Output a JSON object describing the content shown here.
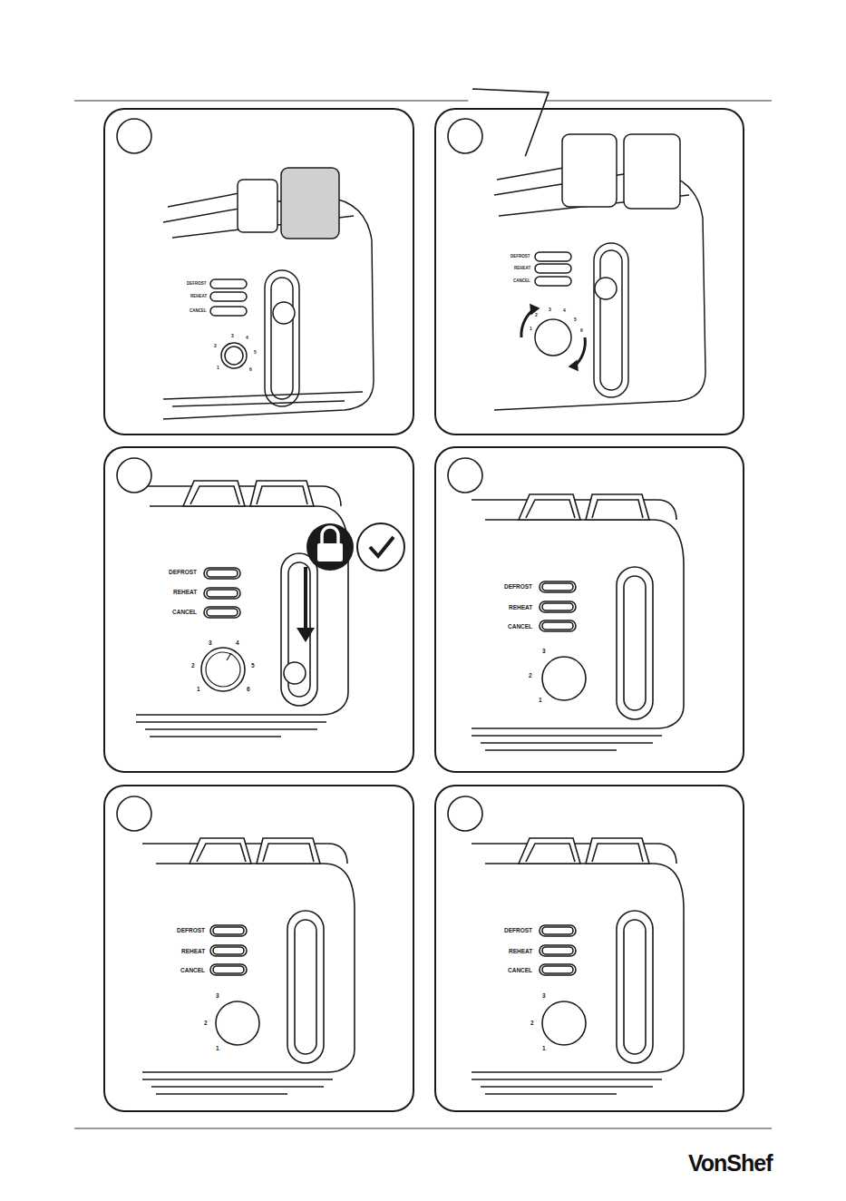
{
  "diagram": {
    "labels": [
      "DEFROST",
      "REHEAT",
      "CANCEL",
      "1",
      "2",
      "3",
      "4",
      "5",
      "6",
      "DEFROST",
      "REHEAT",
      "CANCEL",
      "1",
      "2",
      "3",
      "4",
      "5",
      "6",
      "DEFROST",
      "REHEAT",
      "CANCEL",
      "1",
      "2",
      "3",
      "4",
      "5",
      "6",
      "DEFROST",
      "REHEAT",
      "CANCEL",
      "3",
      "2",
      "1",
      "DEFROST",
      "REHEAT",
      "CANCEL",
      "3",
      "2",
      "1",
      "DEFROST",
      "REHEAT",
      "CANCEL",
      "3",
      "2",
      "1",
      "VonShef"
    ]
  }
}
